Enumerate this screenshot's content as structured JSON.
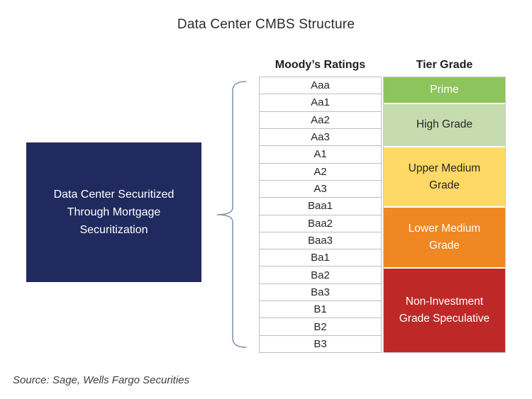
{
  "title": "Data Center CMBS Structure",
  "source": "Source: Sage, Wells Fargo Securities",
  "box": {
    "color": "#212A5E",
    "text_color": "#FFFFFF",
    "lines": [
      "Data Center Securitized",
      "Through Mortgage",
      "Securitization"
    ]
  },
  "brace_color": "#8496B0",
  "table": {
    "headers": {
      "ratings": "Moody’s Ratings",
      "tier": "Tier Grade"
    },
    "ratings": [
      "Aaa",
      "Aa1",
      "Aa2",
      "Aa3",
      "A1",
      "A2",
      "A3",
      "Baa1",
      "Baa2",
      "Baa3",
      "Ba1",
      "Ba2",
      "Ba3",
      "B1",
      "B2",
      "B3"
    ],
    "tiers": [
      {
        "label": "Prime",
        "rows": 1,
        "bg": "#8DC45B",
        "text": "#FFFFFF"
      },
      {
        "label": "High Grade",
        "rows": 3,
        "bg": "#C6DCAE",
        "text": "#262626"
      },
      {
        "label": "Upper Medium Grade",
        "rows": 3,
        "bg": "#FFD966",
        "text": "#262626"
      },
      {
        "label": "Lower Medium Grade",
        "rows": 3,
        "bg": "#EF8722",
        "text": "#FFFFFF"
      },
      {
        "label": "Non-Investment Grade Speculative",
        "rows": 6,
        "bg": "#BE2928",
        "text": "#FFFFFF"
      }
    ]
  }
}
